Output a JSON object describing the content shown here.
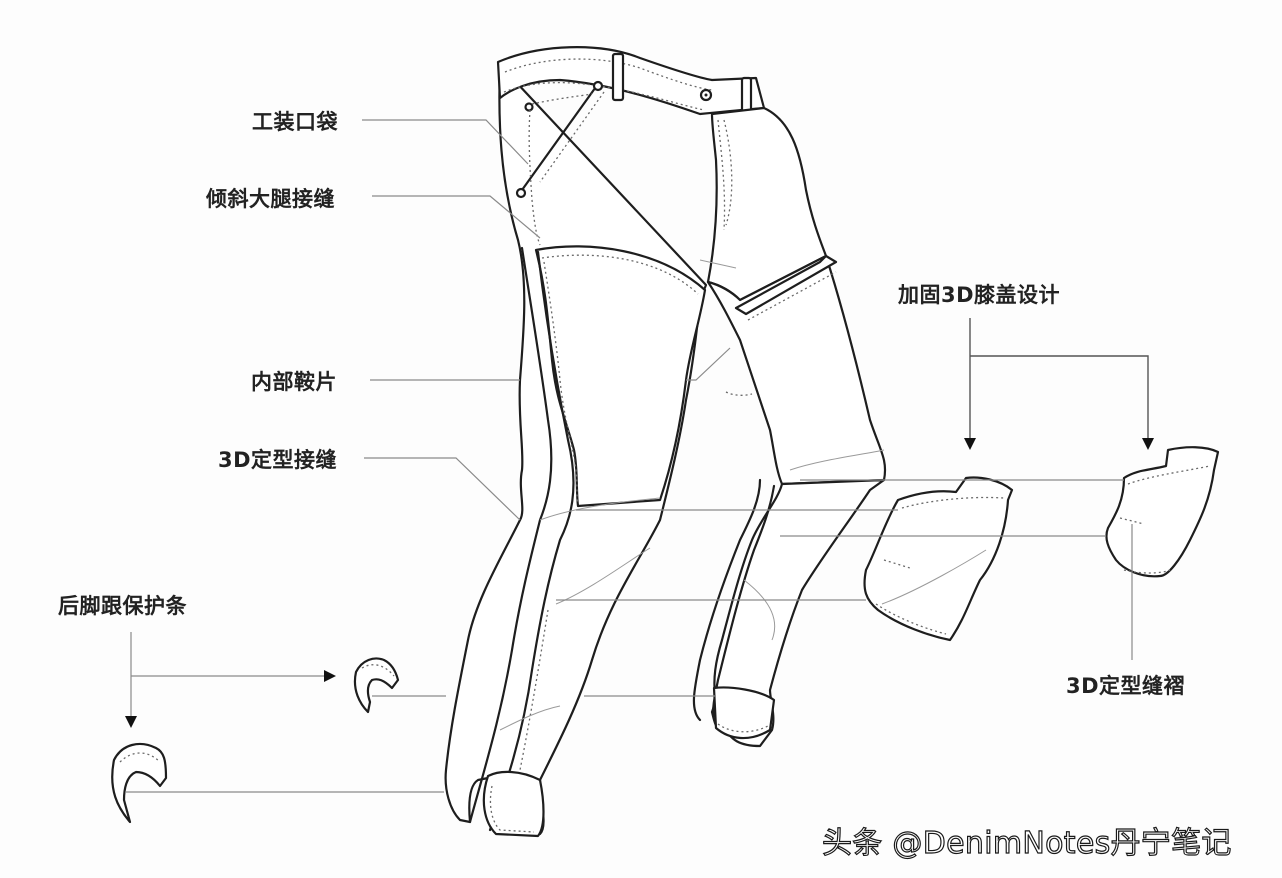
{
  "diagram": {
    "subject": "Jeans exploded construction view",
    "background_color": "#fdfdfd",
    "line_color": "#1e1e1e",
    "leader_color": "#8a8a8a",
    "callouts": [
      {
        "id": "cargo-pocket",
        "label": "工装口袋"
      },
      {
        "id": "angled-thigh-seam",
        "label": "倾斜大腿接缝"
      },
      {
        "id": "inner-crotch-panel",
        "label": "内部鞍片"
      },
      {
        "id": "3d-shaped-seam",
        "label": "3D定型接缝"
      },
      {
        "id": "reinforced-3d-knee",
        "label": "加固3D膝盖设计"
      },
      {
        "id": "3d-shaped-dart",
        "label": "3D定型缝褶"
      },
      {
        "id": "heel-guard-strip",
        "label": "后脚跟保护条"
      }
    ],
    "components": [
      "pants-body",
      "left-knee-patch",
      "right-knee-patch",
      "upper-heel-guard",
      "lower-heel-guard"
    ]
  },
  "watermark": {
    "text": "头条 @DenimNotes丹宁笔记"
  }
}
